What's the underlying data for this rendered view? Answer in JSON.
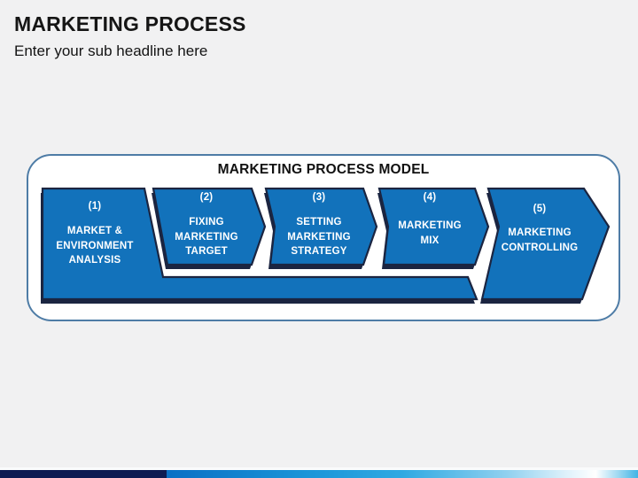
{
  "slide": {
    "title": "MARKETING PROCESS",
    "subtitle": "Enter your sub headline here"
  },
  "diagram": {
    "title": "MARKETING PROCESS MODEL",
    "steps": [
      {
        "number": "(1)",
        "label": "MARKET &\nENVIRONMENT\nANALYSIS"
      },
      {
        "number": "(2)",
        "label": "FIXING\nMARKETING\nTARGET"
      },
      {
        "number": "(3)",
        "label": "SETTING\nMARKETING\nSTRATEGY"
      },
      {
        "number": "(4)",
        "label": "MARKETING\nMIX"
      },
      {
        "number": "(5)",
        "label": "MARKETING\nCONTROLLING"
      }
    ]
  },
  "colors": {
    "shape_blue": "#1272bb",
    "shape_shadow_navy": "#1b2541",
    "container_border": "#4e7ca6",
    "band_navy": "#0d1b52",
    "band_blue": "#1b95d8",
    "background": "#f1f1f2"
  }
}
